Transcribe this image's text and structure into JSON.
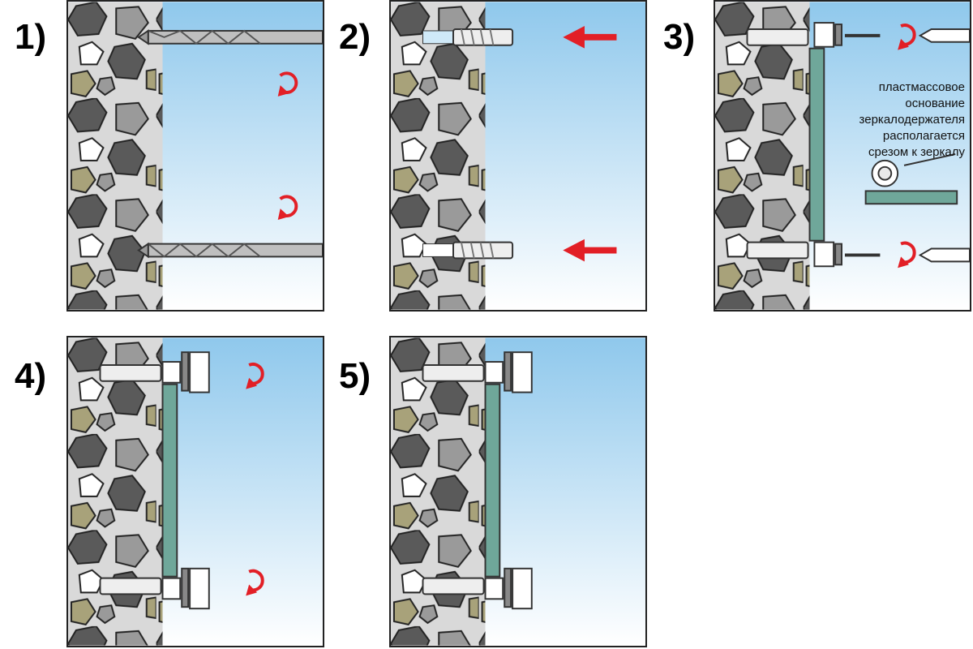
{
  "steps": [
    {
      "number": "1)",
      "action": "drill"
    },
    {
      "number": "2)",
      "action": "insert-dowel"
    },
    {
      "number": "3)",
      "action": "screw-holder"
    },
    {
      "number": "4)",
      "action": "rotate-holder"
    },
    {
      "number": "5)",
      "action": "done"
    }
  ],
  "step3_note": {
    "lines": [
      "пластмассовое",
      "основание",
      "зеркалодержателя",
      "располагается",
      "срезом к зеркалу"
    ]
  },
  "colors": {
    "arrow_red": "#e21f26",
    "sky_top": "#8fc8ec",
    "wall": "#d9d9d9",
    "stone_dark": "#5a5a5a",
    "stone_mid": "#9a9a9a",
    "stone_olive": "#a8a27a",
    "glass": "#6fa79a"
  },
  "icons": [
    "drill-bit-icon",
    "rotate-arrow-icon",
    "push-arrow-icon",
    "screwdriver-icon",
    "screw-icon",
    "dowel-icon",
    "mirror-holder-icon",
    "mirror-glass-icon"
  ]
}
